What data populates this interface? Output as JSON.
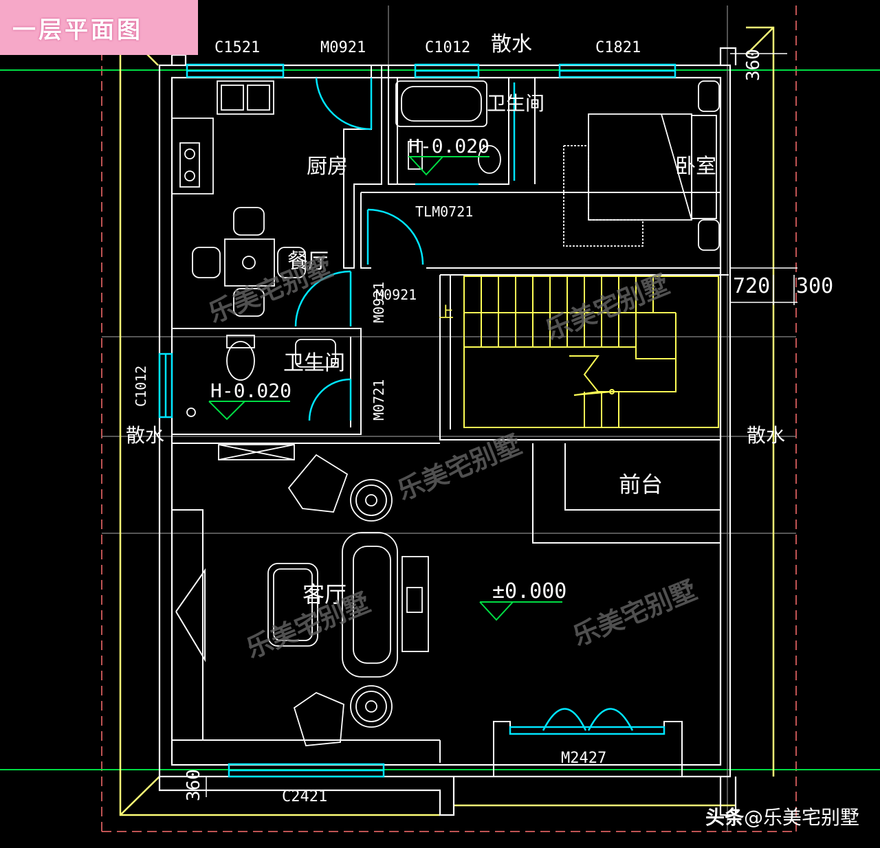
{
  "title": "一层平面图",
  "credit": {
    "brand": "头条",
    "handle": "@乐美宅别墅"
  },
  "watermark": "乐美宅别墅",
  "colors": {
    "wall": "#ffffff",
    "window": "#00e5ff",
    "stair": "#ffff55",
    "axis": "#00dd44",
    "outline": "#ffff77",
    "dim": "#ff7070",
    "badge": "#f6a8c8"
  },
  "rooms": {
    "kitchen": "厨房",
    "bath_top": "卫生间",
    "bedroom": "卧室",
    "dining": "餐厅",
    "bath_mid": "卫生间",
    "reception": "前台",
    "living": "客厅"
  },
  "labels": {
    "c1521": "C1521",
    "m0921_top": "M0921",
    "c1012_top": "C1012",
    "sanshui_top": "散水",
    "c1821": "C1821",
    "tlm0721": "TLM0721",
    "m0921_mid": "M0921",
    "m0921_vert": "M0921",
    "c1012_left": "C1012",
    "m0721": "M0721",
    "sanshui_left": "散水",
    "sanshui_right": "散水",
    "m2427": "M2427",
    "c2421": "C2421",
    "stair_up": "上"
  },
  "levels": {
    "bath_top": "H-0.020",
    "bath_mid": "H-0.020",
    "main": "±0.000"
  },
  "dimensions": {
    "top_right": "360",
    "right_720": "720",
    "right_300": "300",
    "bottom_left": "360"
  }
}
